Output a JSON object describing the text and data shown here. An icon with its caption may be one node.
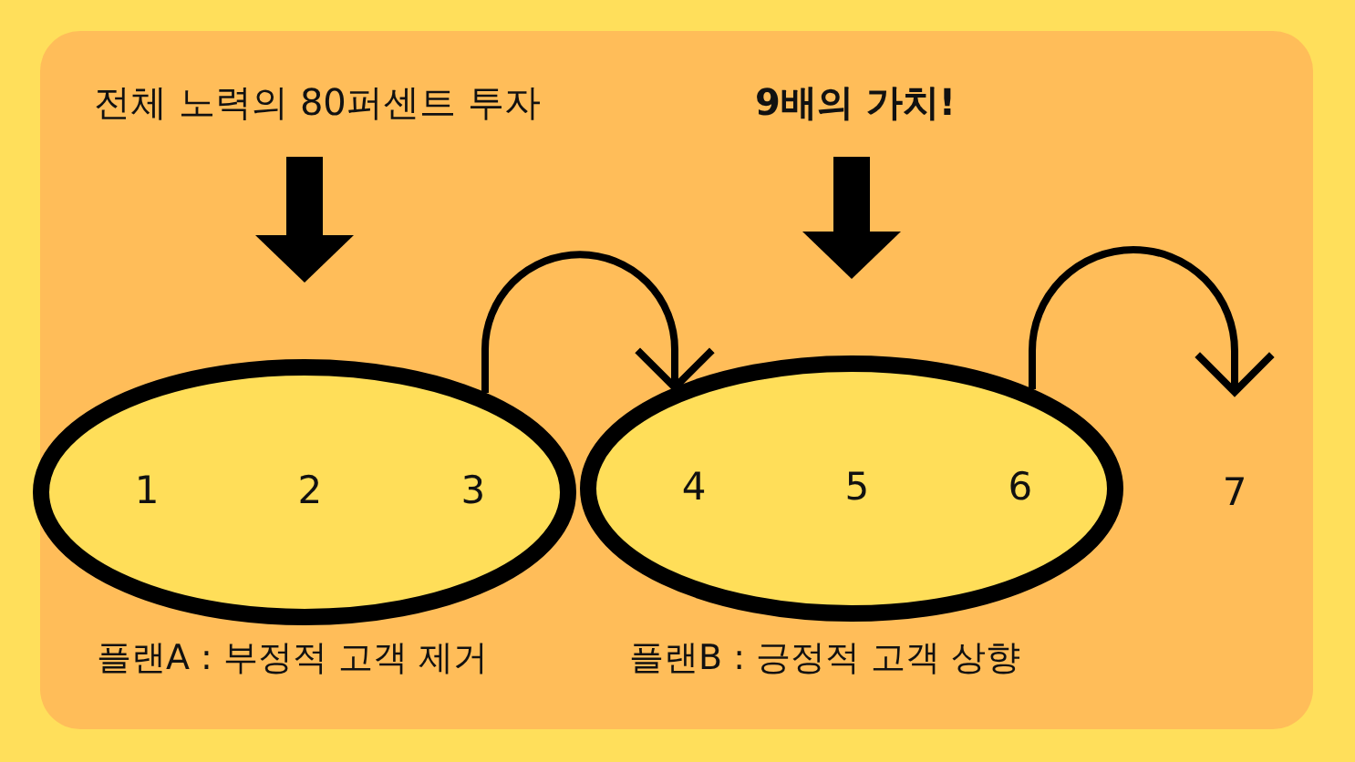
{
  "diagram": {
    "nodes": [
      {
        "text": [
          "전체 노력의 80퍼센트 투자"
        ]
      },
      {
        "text": [
          "9배의 가치!"
        ]
      },
      {
        "text": [
          "1",
          "2",
          "3"
        ],
        "beside": [
          "플랜A : 부정적 고객 제거"
        ]
      },
      {
        "text": [
          "4",
          "5",
          "6"
        ],
        "beside": [
          "플랜B : 긍정적 고객 상향"
        ]
      },
      {
        "text": [
          "7"
        ]
      }
    ],
    "edges": [
      {
        "from": 0,
        "to": 2,
        "arrow": "to",
        "style": "thick"
      },
      {
        "from": 1,
        "to": 3,
        "arrow": "to",
        "style": "thick"
      },
      {
        "from": 2,
        "to": 3,
        "arrow": "to"
      },
      {
        "from": 3,
        "to": 4,
        "arrow": "to"
      }
    ]
  }
}
